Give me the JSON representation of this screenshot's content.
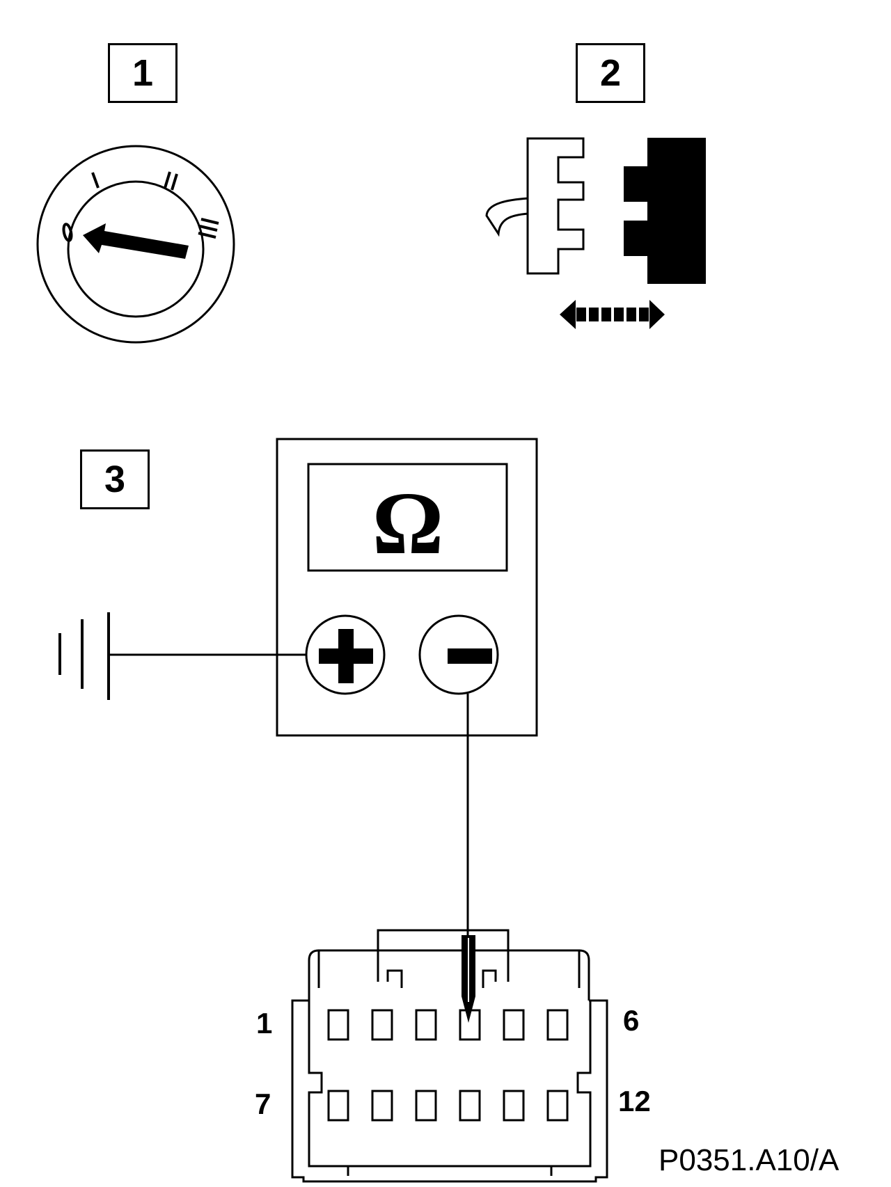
{
  "steps": {
    "step1_label": "1",
    "step2_label": "2",
    "step3_label": "3"
  },
  "ignition_switch": {
    "positions": [
      "0",
      "I",
      "II",
      "III"
    ],
    "selected_position": "0",
    "icon": "ignition-switch-icon"
  },
  "connector_action": {
    "icon": "connector-disconnect-icon",
    "arrow_icon": "double-arrow-icon"
  },
  "multimeter": {
    "display_symbol": "Ω",
    "plus_terminal": "+",
    "minus_terminal": "−",
    "ground_icon": "ground-icon"
  },
  "connector": {
    "pin_labels": {
      "top_left": "1",
      "top_right": "6",
      "bottom_left": "7",
      "bottom_right": "12"
    },
    "probed_pin": "4"
  },
  "reference_code": "P0351.A10/A",
  "colors": {
    "line": "#000000",
    "background": "#ffffff"
  }
}
